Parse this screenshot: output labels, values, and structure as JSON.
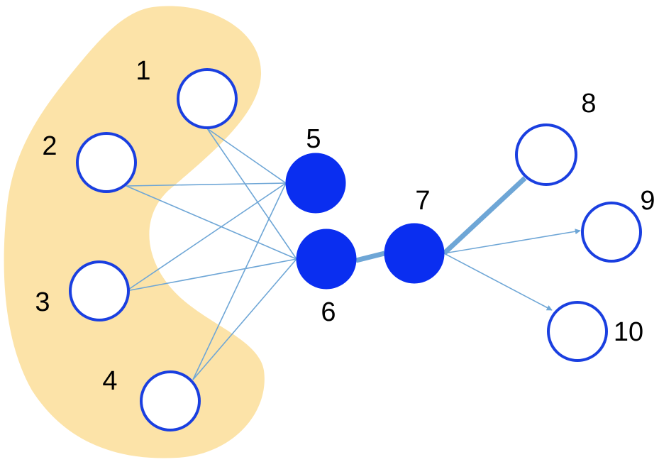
{
  "colors": {
    "region_fill": "#fce3a8",
    "node_stroke": "#1a3fe0",
    "node_fill_solid": "#0a2ef0",
    "edge": "#6ea6d6",
    "label": "#000000"
  },
  "diagram": {
    "nodes": [
      {
        "id": "1",
        "label": "1",
        "style": "hollow",
        "in_region": true
      },
      {
        "id": "2",
        "label": "2",
        "style": "hollow",
        "in_region": true
      },
      {
        "id": "3",
        "label": "3",
        "style": "hollow",
        "in_region": true
      },
      {
        "id": "4",
        "label": "4",
        "style": "hollow",
        "in_region": true
      },
      {
        "id": "5",
        "label": "5",
        "style": "solid",
        "in_region": false
      },
      {
        "id": "6",
        "label": "6",
        "style": "solid",
        "in_region": false
      },
      {
        "id": "7",
        "label": "7",
        "style": "solid",
        "in_region": false
      },
      {
        "id": "8",
        "label": "8",
        "style": "hollow",
        "in_region": false
      },
      {
        "id": "9",
        "label": "9",
        "style": "hollow",
        "in_region": false
      },
      {
        "id": "10",
        "label": "10",
        "style": "hollow",
        "in_region": false
      }
    ],
    "edges": [
      {
        "from": "1",
        "to": "5",
        "weight": "thin",
        "arrow": false
      },
      {
        "from": "1",
        "to": "6",
        "weight": "thin",
        "arrow": false
      },
      {
        "from": "2",
        "to": "5",
        "weight": "thin",
        "arrow": false
      },
      {
        "from": "2",
        "to": "6",
        "weight": "thin",
        "arrow": false
      },
      {
        "from": "3",
        "to": "5",
        "weight": "thin",
        "arrow": false
      },
      {
        "from": "3",
        "to": "6",
        "weight": "thin",
        "arrow": false
      },
      {
        "from": "4",
        "to": "5",
        "weight": "thin",
        "arrow": false
      },
      {
        "from": "4",
        "to": "6",
        "weight": "thin",
        "arrow": false
      },
      {
        "from": "6",
        "to": "7",
        "weight": "thick",
        "arrow": false
      },
      {
        "from": "7",
        "to": "8",
        "weight": "thick",
        "arrow": false
      },
      {
        "from": "7",
        "to": "9",
        "weight": "thin",
        "arrow": true
      },
      {
        "from": "7",
        "to": "10",
        "weight": "thin",
        "arrow": true
      }
    ]
  }
}
